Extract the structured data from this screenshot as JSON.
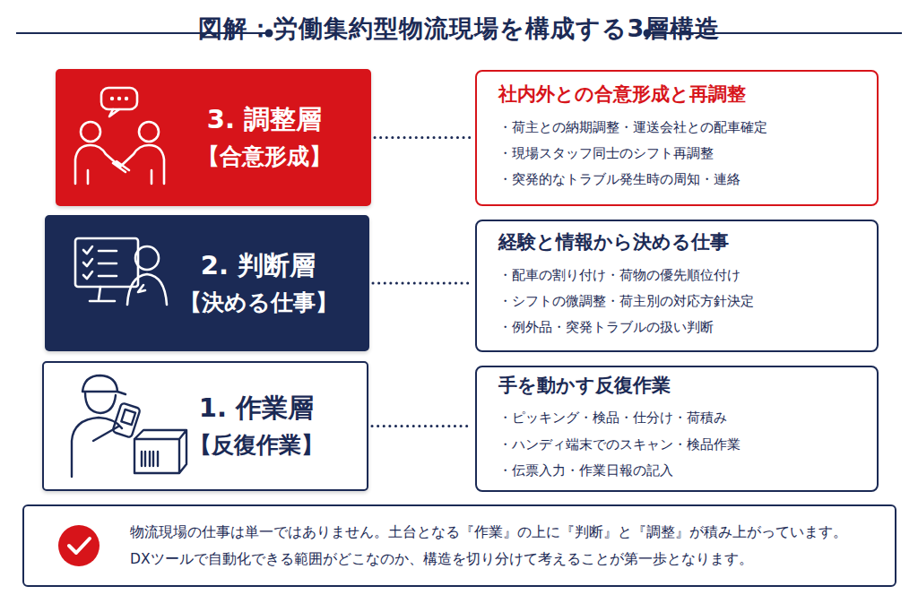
{
  "diagram": {
    "title": "図解：労働集約型物流現場を構成する3層構造",
    "nodes": [
      {
        "text": [
          "3. 調整層",
          "【合意形成】"
        ]
      },
      {
        "text": [
          "社内外との合意形成と再調整",
          "・荷主との納期調整・運送会社との配車確定",
          "・現場スタッフ同士のシフト再調整",
          "・突発的なトラブル発生時の周知・連絡"
        ]
      },
      {
        "text": [
          "2. 判断層",
          "【決める仕事】"
        ]
      },
      {
        "text": [
          "経験と情報から決める仕事",
          "・配車の割り付け・荷物の優先順位付け",
          "・シフトの微調整・荷主別の対応方針決定",
          "・例外品・突発トラブルの扱い判断"
        ]
      },
      {
        "text": [
          "1. 作業層",
          "【反復作業】"
        ]
      },
      {
        "text": [
          "手を動かす反復作業",
          "・ピッキング・検品・仕分け・荷積み",
          "・ハンディ端末でのスキャン・検品作業",
          "・伝票入力・作業日報の記入"
        ]
      },
      {
        "text": [
          "物流現場の仕事は単一ではありません。土台となる『作業』の上に『判断』と『調整』が積み上がっています。 DXツールで自動化できる範囲がどこなのか、構造を切り分けて考えることが第一歩となります。"
        ]
      }
    ],
    "edges": [
      {
        "from": 0,
        "to": 1,
        "arrow": "none"
      },
      {
        "from": 2,
        "to": 3,
        "arrow": "none"
      },
      {
        "from": 4,
        "to": 5,
        "arrow": "none"
      }
    ]
  }
}
